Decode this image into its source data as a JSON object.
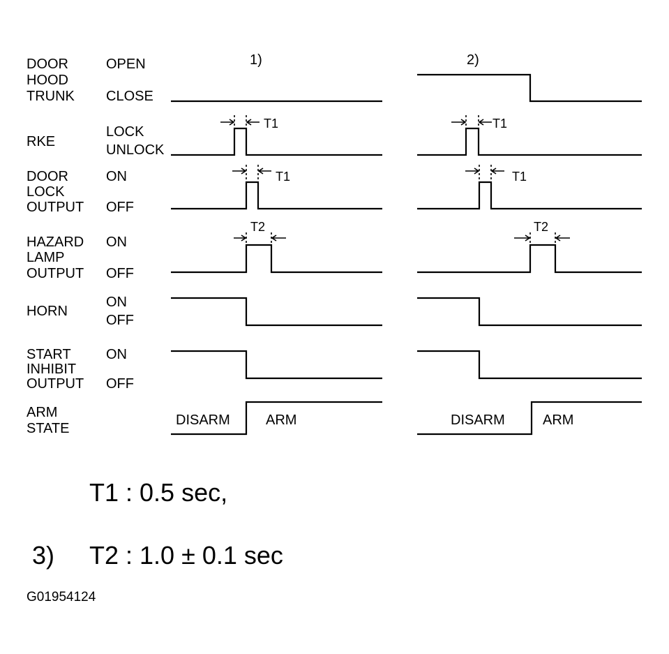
{
  "rows": [
    {
      "id": "door",
      "labels": [
        "DOOR",
        "HOOD",
        "TRUNK"
      ],
      "states": [
        "OPEN",
        "CLOSE"
      ]
    },
    {
      "id": "rke",
      "labels": [
        "RKE"
      ],
      "states": [
        "LOCK",
        "UNLOCK"
      ]
    },
    {
      "id": "doorlock",
      "labels": [
        "DOOR",
        "LOCK",
        "OUTPUT"
      ],
      "states": [
        "ON",
        "OFF"
      ]
    },
    {
      "id": "hazard",
      "labels": [
        "HAZARD",
        "LAMP",
        "OUTPUT"
      ],
      "states": [
        "ON",
        "OFF"
      ]
    },
    {
      "id": "horn",
      "labels": [
        "HORN"
      ],
      "states": [
        "ON",
        "OFF"
      ]
    },
    {
      "id": "start",
      "labels": [
        "START",
        "INHIBIT",
        "OUTPUT"
      ],
      "states": [
        "ON",
        "OFF"
      ]
    },
    {
      "id": "arm",
      "labels": [
        "ARM",
        "STATE"
      ],
      "states": []
    }
  ],
  "cases": [
    {
      "id": "1",
      "label": "1)",
      "arm_before": "DISARM",
      "arm_after": "ARM"
    },
    {
      "id": "2",
      "label": "2)",
      "arm_before": "DISARM",
      "arm_after": "ARM"
    }
  ],
  "timing_marks": {
    "t1": "T1",
    "t2": "T2"
  },
  "notes": {
    "t1": "T1 : 0.5 sec,",
    "prefix": "3)",
    "t2": "T2 : 1.0 ± 0.1 sec"
  },
  "figure_id": "G01954124"
}
